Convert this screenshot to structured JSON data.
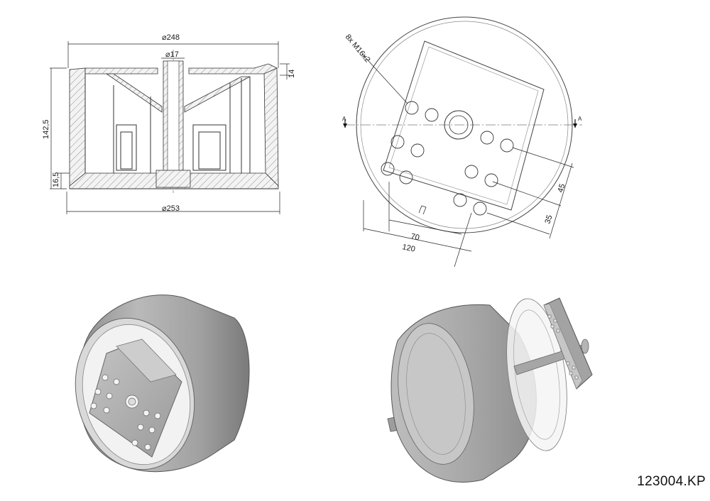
{
  "drawing_code": "123004.KP",
  "section_view": {
    "dim_outer_top": "⌀248",
    "dim_shaft": "⌀17",
    "dim_height": "142,5",
    "dim_rim": "14",
    "dim_base": "16,5",
    "dim_outer_bottom": "⌀253"
  },
  "top_view": {
    "thread_note": "8x M16x2",
    "section_mark_left": "A",
    "section_mark_right": "A",
    "dim_45": "45",
    "dim_35": "35",
    "dim_70": "70",
    "dim_120": "120"
  }
}
